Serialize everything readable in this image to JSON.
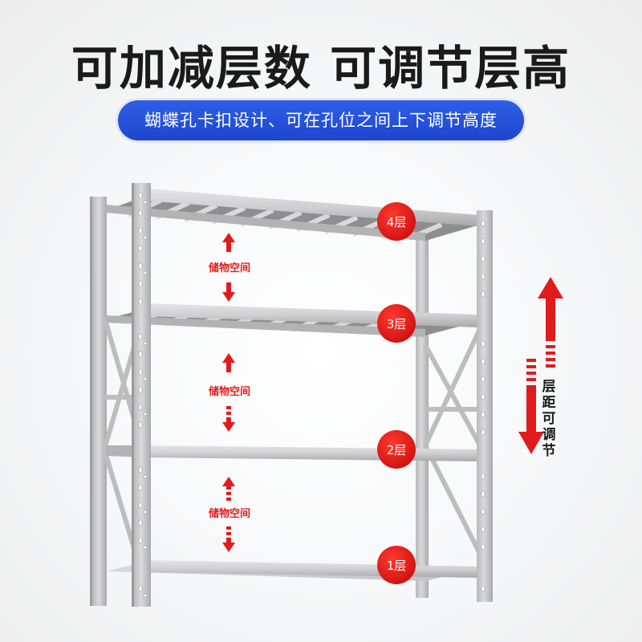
{
  "headline": "可加减层数 可调节层高",
  "subtitle": "蝴蝶孔卡扣设计、可在孔位之间上下调节高度",
  "shelf_layers": [
    {
      "label": "4层"
    },
    {
      "label": "3层"
    },
    {
      "label": "2层"
    },
    {
      "label": "1层"
    }
  ],
  "storage_spaces": [
    {
      "label": "储物空间"
    },
    {
      "label": "储物空间"
    },
    {
      "label": "储物空间"
    }
  ],
  "adjust_label": "层距可调节",
  "colors": {
    "accent_blue": "#1d46cf",
    "badge_red": "#e01919",
    "arrow_red": "#e11b1b",
    "rack_gray": "#c9c9cb"
  }
}
